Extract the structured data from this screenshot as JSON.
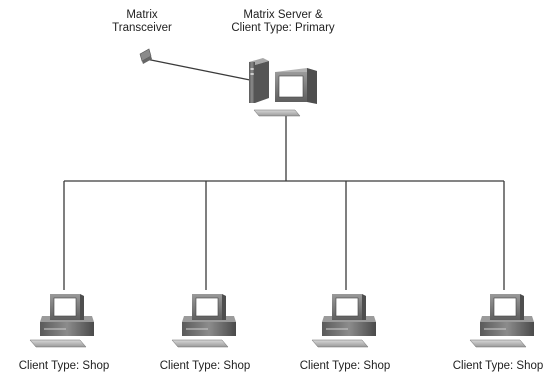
{
  "transceiver_label": {
    "line1": "Matrix",
    "line2": "Transceiver"
  },
  "server_label": {
    "line1": "Matrix Server &",
    "line2": "Client Type: Primary"
  },
  "clients": [
    {
      "label": "Client Type: Shop"
    },
    {
      "label": "Client Type: Shop"
    },
    {
      "label": "Client Type: Shop"
    },
    {
      "label": "Client Type: Shop"
    }
  ],
  "icons": {
    "server": "server-workstation-icon",
    "transceiver": "transceiver-icon",
    "client": "desktop-computer-icon"
  }
}
